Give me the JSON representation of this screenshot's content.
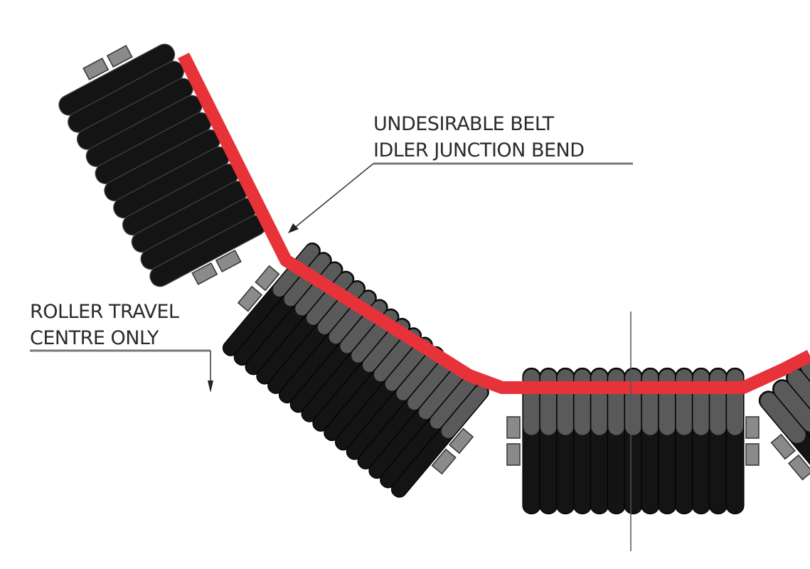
{
  "labels": {
    "junction_bend_line1": "UNDESIRABLE BELT",
    "junction_bend_line2": "IDLER JUNCTION BEND",
    "roller_travel_line1": "ROLLER TRAVEL",
    "roller_travel_line2": "CENTRE ONLY"
  },
  "colors": {
    "belt": "#e8323a",
    "roller_dark": "#141414",
    "roller_mid": "#5a5a5a",
    "bracket": "#8a8a8a"
  }
}
